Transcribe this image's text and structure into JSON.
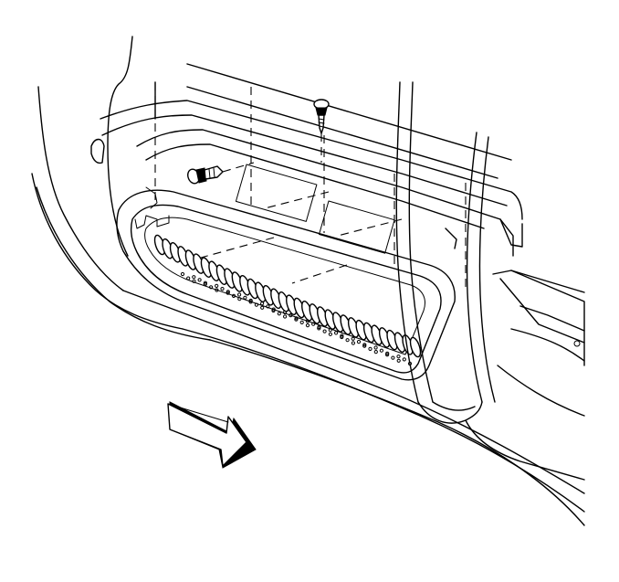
{
  "diagram": {
    "components": [
      {
        "name": "door-sill-plate"
      },
      {
        "name": "sill-plate-retainer-clips"
      },
      {
        "name": "wiring-harness"
      },
      {
        "name": "vertical-screw"
      },
      {
        "name": "angled-screw"
      },
      {
        "name": "door-opening-seal"
      },
      {
        "name": "front-direction-arrow"
      }
    ],
    "colors": {
      "line": "#000000",
      "background": "#ffffff",
      "arrow_fill": "#ffffff",
      "arrow_shadow": "#000000"
    },
    "icons": [
      "screw-icon",
      "direction-arrow-icon"
    ]
  }
}
